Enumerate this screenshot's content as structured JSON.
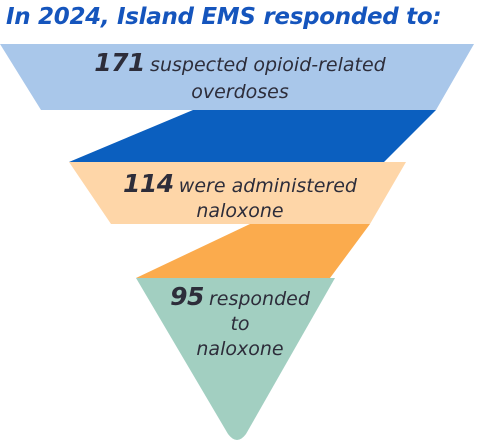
{
  "header": {
    "title": "In 2024, Island EMS responded to:"
  },
  "funnel": {
    "stages": [
      {
        "number": "171",
        "text_line1": "suspected opioid-related",
        "text_line2": "overdoses",
        "fill_color": "#a9c7ea",
        "connector_color": "#0b5fbf"
      },
      {
        "number": "114",
        "text_line1": "were administered",
        "text_line2": "naloxone",
        "fill_color": "#fed6a8",
        "connector_color": "#fbab4d"
      },
      {
        "number": "95",
        "text_line1": "responded",
        "text_line2": "to",
        "text_line3": "naloxone",
        "fill_color": "#a2cfc1"
      }
    ]
  },
  "colors": {
    "title": "#1555bd",
    "body_text": "#2d2d3a"
  }
}
